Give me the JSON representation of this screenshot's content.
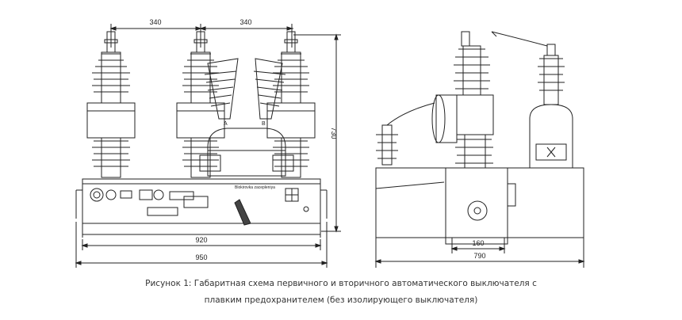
{
  "dimensions": {
    "left_pole_spacing": "340",
    "right_pole_spacing": "340",
    "base_width": "920",
    "overall_width": "950",
    "height": "730",
    "side_small": "160",
    "side_overall": "790"
  },
  "small_labels": {
    "panel_text": "Blokirovka zacepleniya",
    "bushing_a": "A",
    "bushing_b": "B"
  },
  "caption": {
    "line1": "Рисунок 1: Габаритная схема первичного и вторичного автоматического выключателя с",
    "line2": "плавким предохранителем (без изолирующего выключателя)"
  },
  "colors": {
    "line": "#222222",
    "background": "#ffffff"
  }
}
